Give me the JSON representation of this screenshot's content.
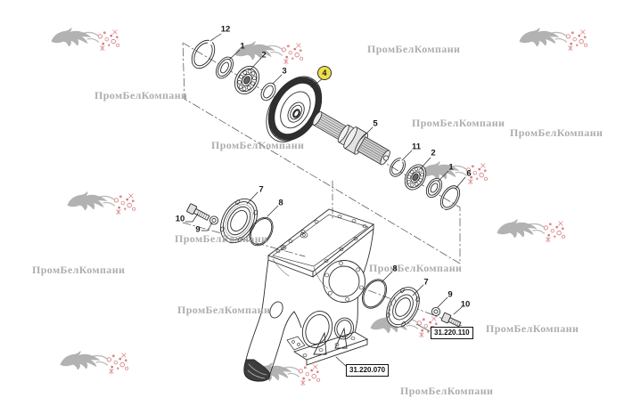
{
  "watermark": {
    "text": "ПромБелКомпани",
    "text_color": "#9f9f9f",
    "logo_gray": "#8e8e8e",
    "logo_red": "#cf6060"
  },
  "diagram": {
    "highlight_color": "#f0e047",
    "highlighted_callout": "4",
    "callouts": [
      {
        "label": "12",
        "highlighted": false
      },
      {
        "label": "1",
        "highlighted": false
      },
      {
        "label": "2",
        "highlighted": false
      },
      {
        "label": "3",
        "highlighted": false
      },
      {
        "label": "4",
        "highlighted": true
      },
      {
        "label": "5",
        "highlighted": false
      },
      {
        "label": "11",
        "highlighted": false
      },
      {
        "label": "2",
        "highlighted": false
      },
      {
        "label": "1",
        "highlighted": false
      },
      {
        "label": "6",
        "highlighted": false
      },
      {
        "label": "10",
        "highlighted": false
      },
      {
        "label": "9",
        "highlighted": false
      },
      {
        "label": "7",
        "highlighted": false
      },
      {
        "label": "8",
        "highlighted": false
      },
      {
        "label": "8",
        "highlighted": false
      },
      {
        "label": "7",
        "highlighted": false
      },
      {
        "label": "9",
        "highlighted": false
      },
      {
        "label": "10",
        "highlighted": false
      }
    ],
    "ref_boxes": [
      {
        "label": "31.220.110"
      },
      {
        "label": "31.220.070"
      }
    ]
  }
}
